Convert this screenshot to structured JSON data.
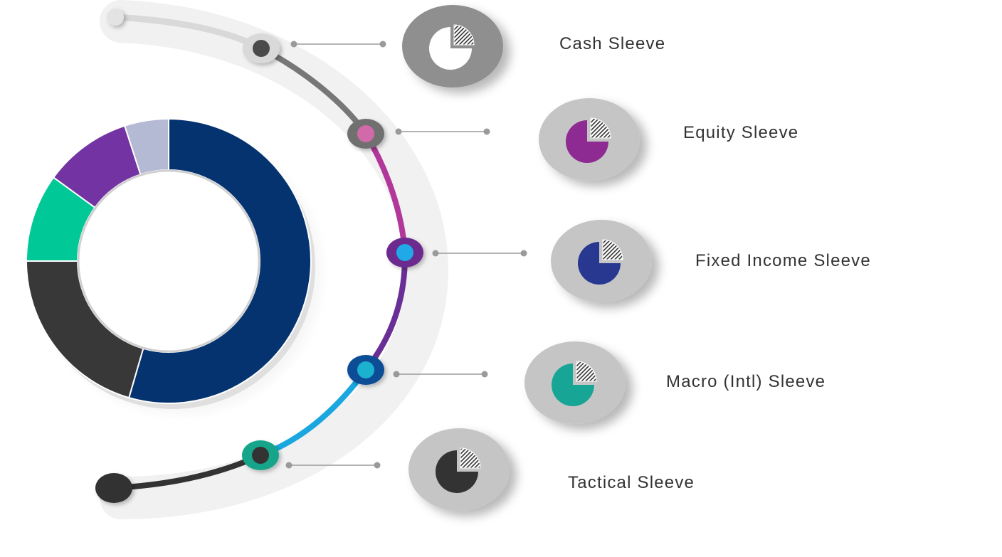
{
  "colors": {
    "background": "#ffffff",
    "label_text": "#333333",
    "connector": "#9a9a9a",
    "badge_fill": "#c5c5c5",
    "badge_fill_dark": "#8f8f8f"
  },
  "sleeves": [
    {
      "label": "Cash Sleeve",
      "icon": "pie-chart-icon",
      "icon_color": "#ffffff",
      "node_color": "#4a4a4a",
      "ring_color": "#d9d9d9",
      "arc_color": "#777777"
    },
    {
      "label": "Equity Sleeve",
      "icon": "pie-chart-icon",
      "icon_color": "#8e2b93",
      "node_color": "#d26aaa",
      "ring_color": "#6f6f6f",
      "arc_color": "#b2379a"
    },
    {
      "label": "Fixed Income Sleeve",
      "icon": "pie-chart-icon",
      "icon_color": "#283891",
      "node_color": "#1fa9e6",
      "ring_color": "#6d2a8e",
      "arc_color": "#6a2f96"
    },
    {
      "label": "Macro (Intl) Sleeve",
      "icon": "pie-chart-icon",
      "icon_color": "#17a595",
      "node_color": "#1bb1cf",
      "ring_color": "#114d96",
      "arc_color": "#1aa7e0"
    },
    {
      "label": "Tactical Sleeve",
      "icon": "pie-chart-icon",
      "icon_color": "#333333",
      "node_color": "#333333",
      "ring_color": "#14a58a",
      "arc_color": "#13a59b"
    }
  ],
  "donut": {
    "segments": [
      {
        "name": "navy",
        "value": 54.5,
        "color": "#05336f"
      },
      {
        "name": "charcoal",
        "value": 20.5,
        "color": "#383838"
      },
      {
        "name": "green",
        "value": 10,
        "color": "#00c896"
      },
      {
        "name": "purple",
        "value": 10,
        "color": "#7433a2"
      },
      {
        "name": "lavender",
        "value": 5,
        "color": "#b4b9d4"
      }
    ]
  }
}
